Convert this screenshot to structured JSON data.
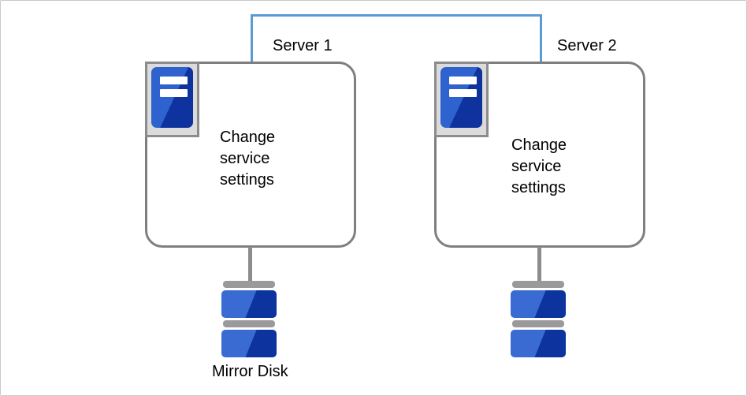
{
  "diagram": {
    "colors": {
      "interconnect": "#5B9BD5",
      "box_border": "#7F7F7F",
      "frame_border": "#8C8C8C",
      "frame_fill": "#DBDBDB",
      "gray_connector": "#8C8C8C",
      "disk_cap": "#9A9A9A",
      "blue_light": "#2E62CE",
      "blue_dark": "#0E339F",
      "disk_blue_light": "#3A6BD2",
      "disk_blue_dark": "#0D339F",
      "text": "#000000"
    },
    "icons": {
      "server": "server-tower-icon",
      "disk": "disk-stack-icon",
      "interconnect": "interconnect-line"
    },
    "servers": [
      {
        "label": "Server 1",
        "action_lines": [
          "Change",
          "service",
          "settings"
        ],
        "disk_label": "Mirror Disk"
      },
      {
        "label": "Server 2",
        "action_lines": [
          "Change",
          "service",
          "settings"
        ]
      }
    ]
  }
}
